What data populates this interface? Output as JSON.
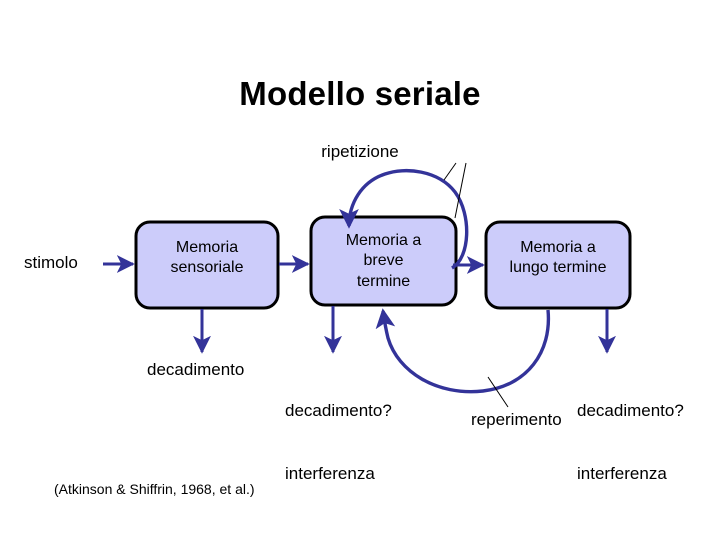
{
  "slide": {
    "title": "Modello seriale",
    "citation": "(Atkinson & Shiffrin, 1968, et al.)",
    "background_color": "#ffffff"
  },
  "theme": {
    "box_fill": "#ccccfa",
    "box_stroke": "#000000",
    "arrow_color": "#333399",
    "leader_line_color": "#000000",
    "text_color": "#000000"
  },
  "diagram": {
    "input_label": "stimolo",
    "boxes": [
      {
        "id": "sensoriale",
        "label": "Memoria\nsensoriale",
        "line1": "Memoria",
        "line2": "sensoriale"
      },
      {
        "id": "breve",
        "label": "Memoria a\nbreve\ntermine",
        "line1": "Memoria a",
        "line2": "breve",
        "line3": "termine"
      },
      {
        "id": "lungo",
        "label": "Memoria a\nlungo termine",
        "line1": "Memoria a",
        "line2": "lungo termine"
      }
    ],
    "loop_labels": {
      "top": "ripetizione",
      "bottom": "reperimento"
    },
    "loss_labels": [
      {
        "id": "loss-sensoriale",
        "text": "decadimento"
      },
      {
        "id": "loss-breve",
        "line1": "decadimento?",
        "line2": "interferenza"
      },
      {
        "id": "loss-lungo",
        "line1": "decadimento?",
        "line2": "interferenza"
      }
    ]
  }
}
